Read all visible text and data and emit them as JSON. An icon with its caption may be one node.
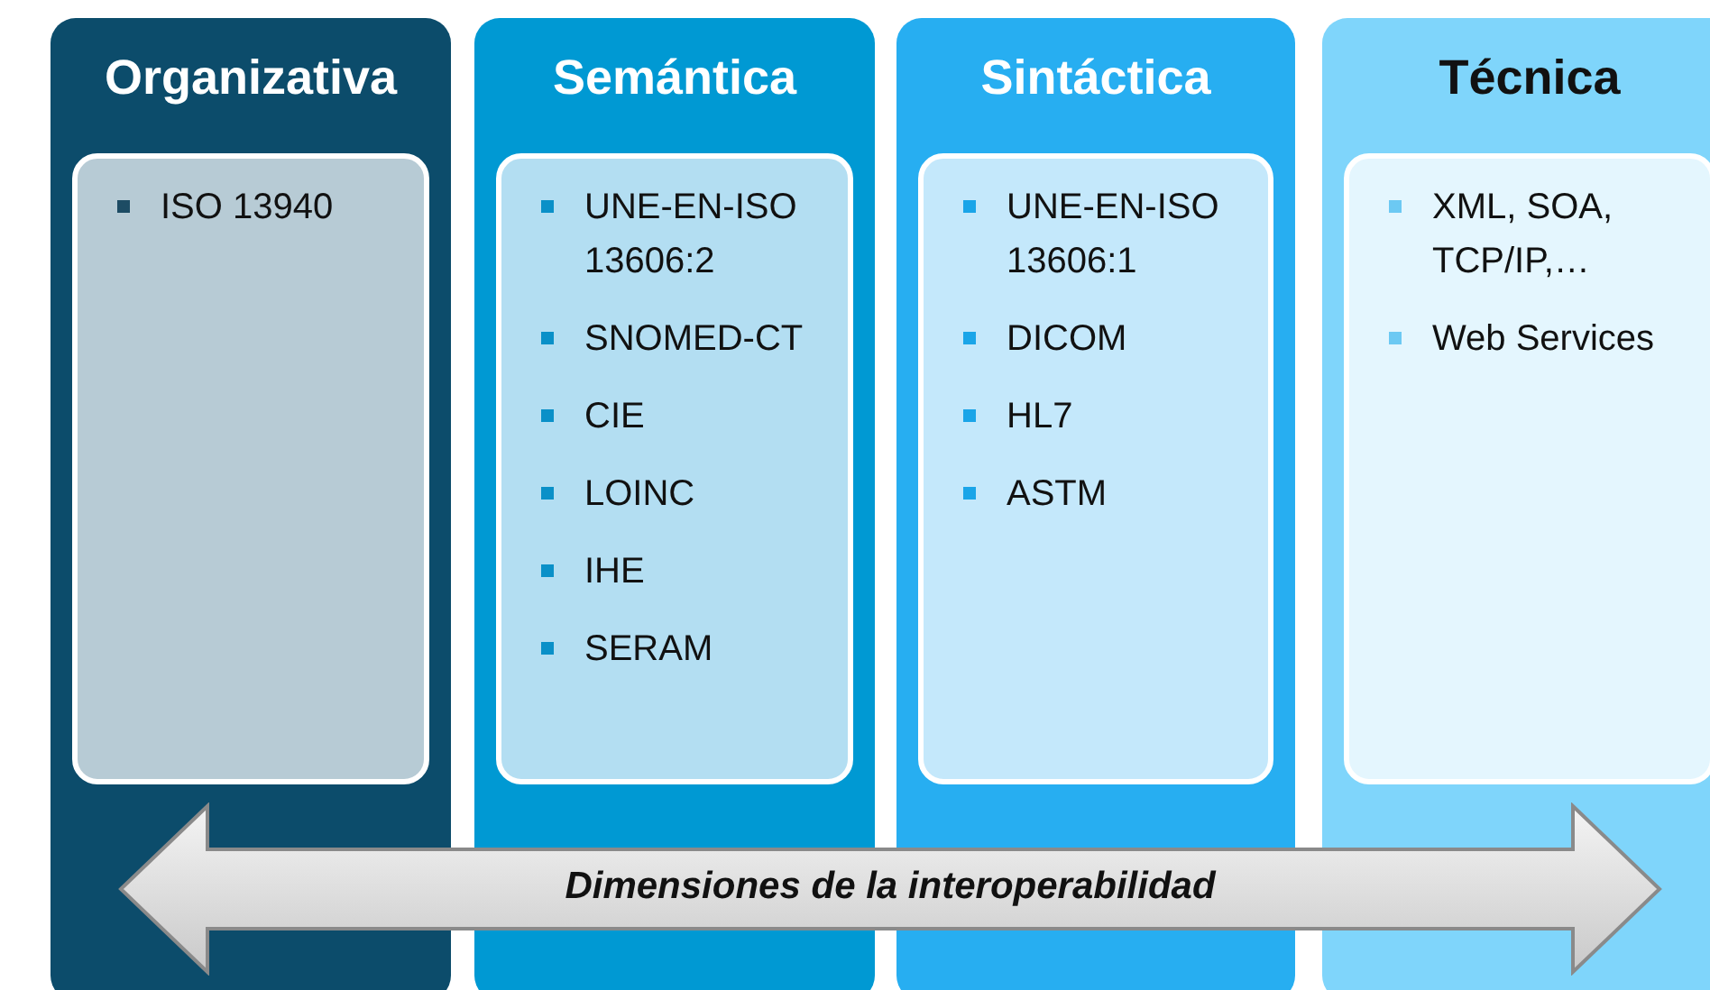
{
  "diagram": {
    "nodes": [
      {
        "text": [
          "Organizativa"
        ]
      },
      {
        "text": [
          "ISO 13940"
        ],
        "in": 0
      },
      {
        "text": [
          "Semántica"
        ]
      },
      {
        "text": [
          "UNE-EN-ISO 13606:2",
          "SNOMED-CT",
          "CIE",
          "LOINC",
          "IHE",
          "SERAM"
        ],
        "in": 2
      },
      {
        "text": [
          "Sintáctica"
        ]
      },
      {
        "text": [
          "UNE-EN-ISO 13606:1",
          "DICOM",
          "HL7",
          "ASTM"
        ],
        "in": 4
      },
      {
        "text": [
          "Técnica"
        ]
      },
      {
        "text": [
          "XML, SOA, TCP/IP,…",
          "Web Services"
        ],
        "in": 6
      },
      {
        "text": [
          "Dimensiones de la interoperabilidad"
        ]
      }
    ],
    "edges": []
  }
}
